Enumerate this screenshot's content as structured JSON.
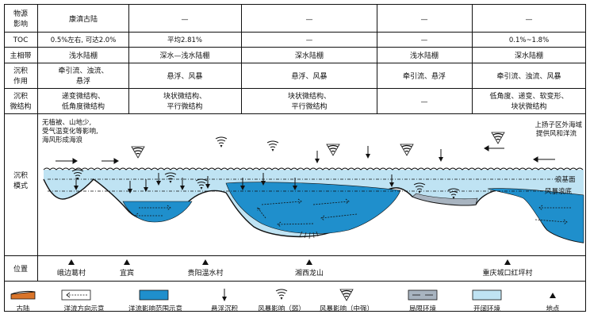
{
  "row_labels": {
    "influence": [
      "物源",
      "影响"
    ],
    "toc": "TOC",
    "facies": "主相带",
    "process": [
      "沉积",
      "作用"
    ],
    "microstructure": [
      "沉积",
      "微结构"
    ],
    "model": [
      "沉积",
      "模式"
    ],
    "location": "位置"
  },
  "columns": [
    {
      "influence": "康滇古陆",
      "toc": "0.5%左右, 可达2.0%",
      "facies": "浅水陆棚",
      "process": [
        "牵引流、浊流、",
        "悬浮"
      ],
      "microstructure": [
        "递变微结构、",
        "低角度微结构"
      ]
    },
    {
      "influence": "—",
      "toc": "平均2.81%",
      "facies": "深水—浅水陆棚",
      "process": [
        "悬浮、风暴"
      ],
      "microstructure": [
        "块状微结构、",
        "平行微结构"
      ]
    },
    {
      "influence": "—",
      "toc": "—",
      "facies": "深水陆棚",
      "process": [
        "悬浮、风暴"
      ],
      "microstructure": [
        "块状微结构、",
        "平行微结构"
      ]
    },
    {
      "influence": "—",
      "toc": "—",
      "facies": "浅水陆棚",
      "process": [
        "牵引流、悬浮"
      ],
      "microstructure": [
        "—"
      ]
    },
    {
      "influence": "—",
      "toc": "0.1%~1.8%",
      "facies": "深水陆棚",
      "process": [
        "牵引流、浊流、风暴"
      ],
      "microstructure": [
        "低角度、递变、软变形、",
        "块状微结构"
      ]
    }
  ],
  "model": {
    "note_left": [
      "无植被、山地少,",
      "受气温变化等影响,",
      "海风形成海浪"
    ],
    "note_right": [
      "上扬子区外海域",
      "提供风和洋流"
    ],
    "wave_base": "浪基面",
    "storm_wave_base": "风暴浪底"
  },
  "locations": [
    "峨边葛村",
    "宜宾",
    "贵阳温水村",
    "湘西龙山",
    "重庆城口红坪村"
  ],
  "legend": [
    "古陆",
    "洋流方向示意",
    "洋流影响范围示意",
    "悬浮沉积",
    "风暴影响（弱）",
    "风暴影响（中强）",
    "局限环境",
    "开阔环境",
    "地点"
  ],
  "colors": {
    "open": "#bfe3f3",
    "current": "#1f8fcc",
    "restricted": "#a8b4c0",
    "land": "#d9742a"
  }
}
